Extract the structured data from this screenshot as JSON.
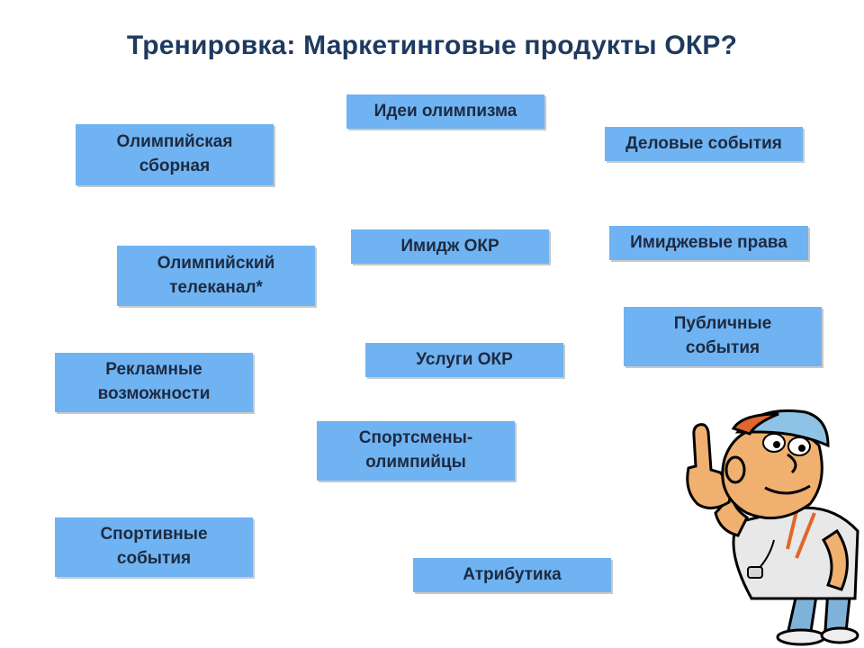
{
  "slide": {
    "title": "Тренировка: Маркетинговые продукты ОКР?",
    "items": [
      "Идеи олимпизма",
      "Олимпийская\nсборная",
      "Деловые события",
      "Имидж ОКР",
      "Имиджевые права",
      "Олимпийский\nтелеканал*",
      "Публичные\nсобытия",
      "Услуги ОКР",
      "Рекламные\nвозможности",
      "Спортсмены-\nолимпийцы",
      "Спортивные\nсобытия",
      "Атрибутика"
    ],
    "colors": {
      "box": "#6fb3f2",
      "title": "#1f3a5f",
      "text": "#1e2a40"
    },
    "illustration": "coach-cartoon-pointing-up"
  }
}
